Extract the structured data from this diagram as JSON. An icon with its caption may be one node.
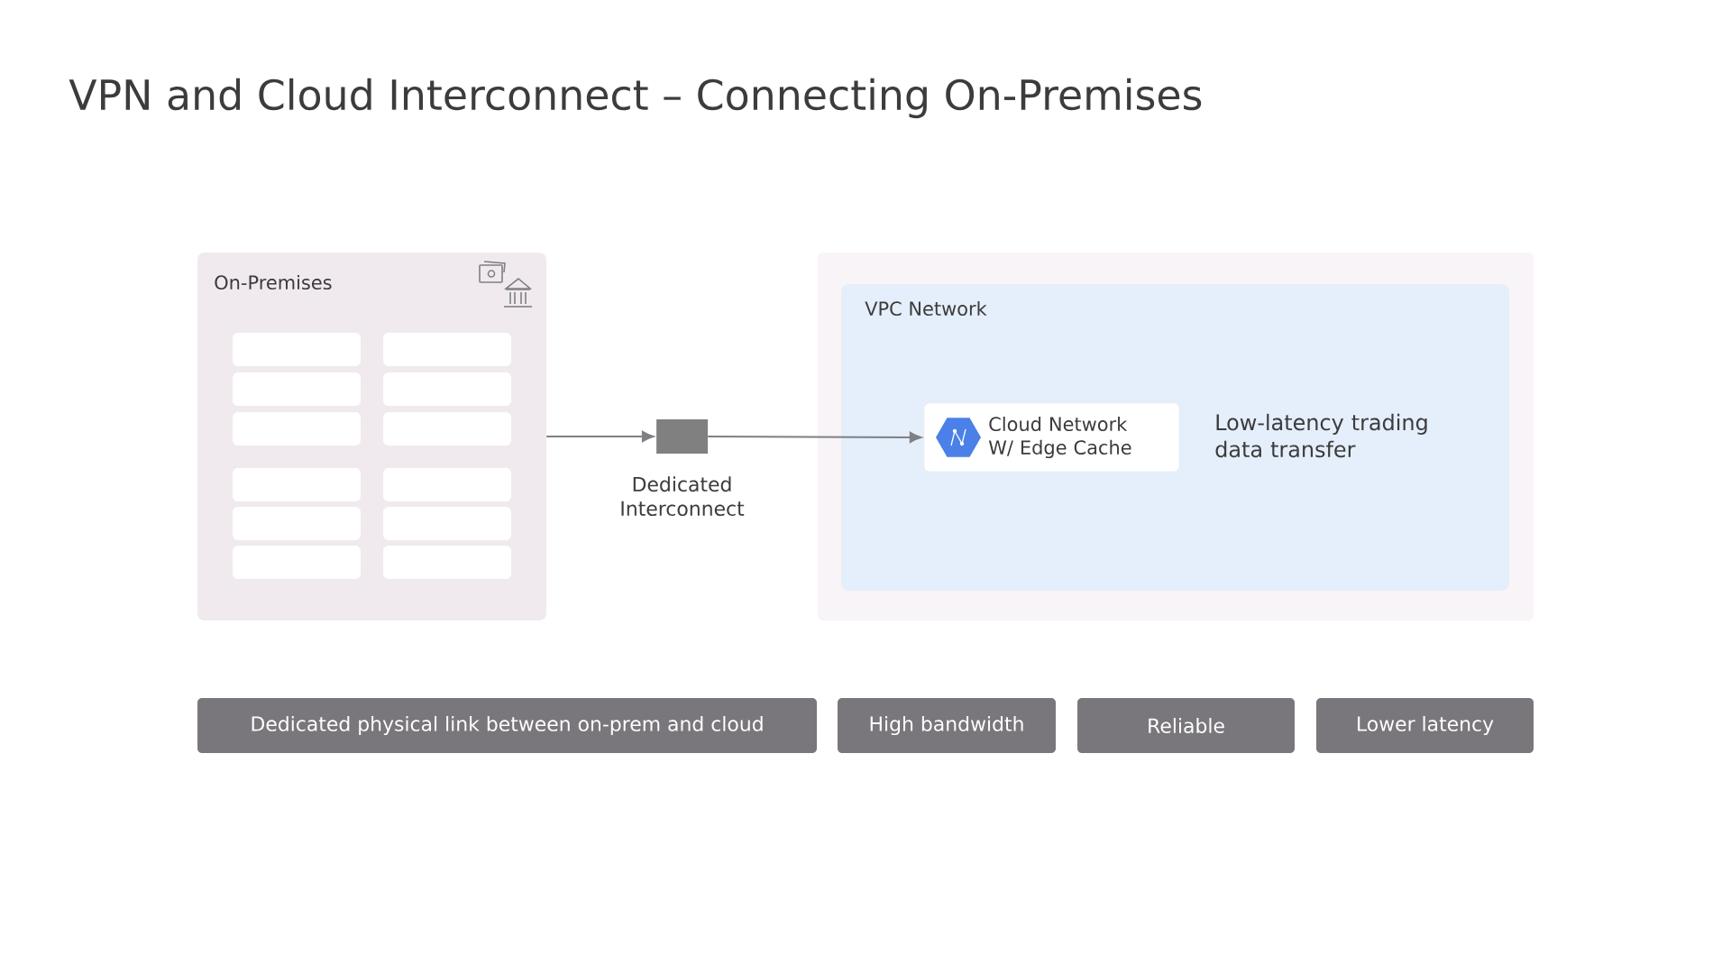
{
  "diagram": {
    "title": "VPN and Cloud Interconnect – Connecting On-Premises",
    "nodes": [
      {
        "text": [
          "On-Premises"
        ]
      },
      {
        "text": [],
        "shape": "box",
        "in": 0
      },
      {
        "text": [],
        "shape": "box",
        "in": 0
      },
      {
        "text": [],
        "shape": "box",
        "in": 0
      },
      {
        "text": [],
        "shape": "box",
        "in": 0
      },
      {
        "text": [],
        "shape": "box",
        "in": 0
      },
      {
        "text": [],
        "shape": "box",
        "in": 0
      },
      {
        "text": [],
        "shape": "box",
        "in": 0
      },
      {
        "text": [],
        "shape": "box",
        "in": 0
      },
      {
        "text": [],
        "shape": "box",
        "in": 0
      },
      {
        "text": [],
        "shape": "box",
        "in": 0
      },
      {
        "text": [],
        "shape": "box",
        "in": 0
      },
      {
        "text": [],
        "shape": "box",
        "in": 0
      },
      {
        "text": [],
        "shape": "cylinder",
        "beside": [
          "Dedicated Interconnect"
        ]
      },
      {
        "text": [],
        "shape": "box"
      },
      {
        "text": [
          "VPC Network"
        ],
        "in": 14
      },
      {
        "text": [
          "Cloud Network W/ Edge Cache"
        ],
        "in": 15,
        "beside": [
          "Low-latency trading data transfer"
        ]
      },
      {
        "text": [
          "Dedicated physical link between on-prem and cloud"
        ]
      },
      {
        "text": [
          "High bandwidth"
        ]
      },
      {
        "text": [
          "Reliable"
        ]
      },
      {
        "text": [
          "Lower latency"
        ]
      }
    ],
    "edges": [
      {
        "from": 0,
        "to": 13,
        "arrow": "to"
      },
      {
        "from": 13,
        "to": 16,
        "arrow": "to"
      }
    ]
  }
}
